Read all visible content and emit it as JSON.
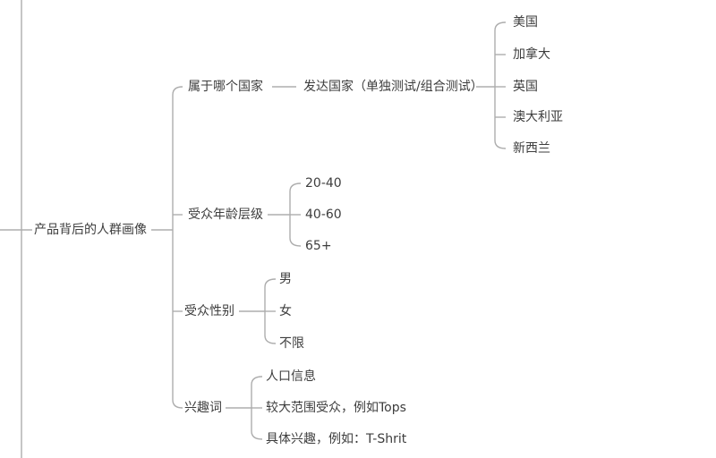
{
  "canvas": {
    "background_color": "#ffffff",
    "line_color": "#adadad",
    "text_color": "#3d3d3d"
  },
  "mindmap": {
    "root": {
      "label": "产品背后的人群画像"
    },
    "branches": [
      {
        "label": "属于哪个国家",
        "children": [
          {
            "label": "发达国家（单独测试/组合测试）",
            "children": [
              {
                "label": "美国"
              },
              {
                "label": "加拿大"
              },
              {
                "label": "英国"
              },
              {
                "label": "澳大利亚"
              },
              {
                "label": "新西兰"
              }
            ]
          }
        ]
      },
      {
        "label": "受众年龄层级",
        "children": [
          {
            "label": "20-40"
          },
          {
            "label": "40-60"
          },
          {
            "label": "65+"
          }
        ]
      },
      {
        "label": "受众性别",
        "children": [
          {
            "label": "男"
          },
          {
            "label": "女"
          },
          {
            "label": "不限"
          }
        ]
      },
      {
        "label": "兴趣词",
        "children": [
          {
            "label": "人口信息"
          },
          {
            "label": "较大范围受众，例如Tops"
          },
          {
            "label": "具体兴趣，例如：T-Shrit"
          }
        ]
      }
    ]
  }
}
